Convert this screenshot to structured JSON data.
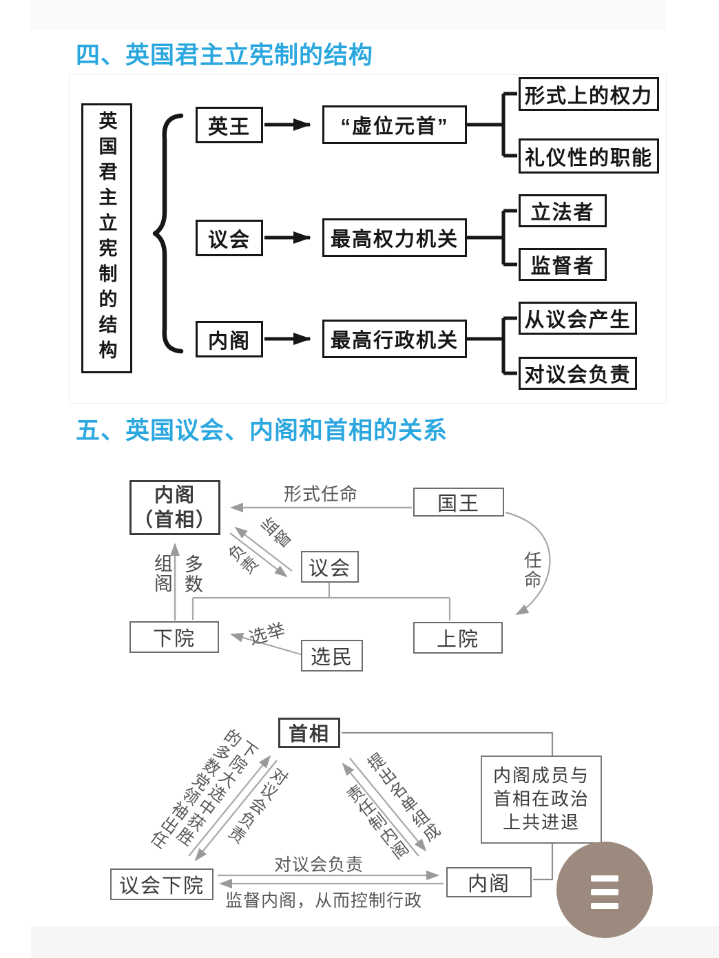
{
  "page": {
    "accent_blue": "#2ba7e0",
    "fab_color": "#9d8a7e"
  },
  "section4": {
    "title": "四、英国君主立宪制的结构",
    "root_label": "英国君主立宪制的结构",
    "rows": [
      {
        "subject": "英王",
        "middle": "“虚位元首”",
        "branches": [
          "形式上的权力",
          "礼仪性的职能"
        ]
      },
      {
        "subject": "议会",
        "middle": "最高权力机关",
        "branches": [
          "立法者",
          "监督者"
        ]
      },
      {
        "subject": "内阁",
        "middle": "最高行政机关",
        "branches": [
          "从议会产生",
          "对议会负责"
        ]
      }
    ]
  },
  "section5": {
    "title": "五、英国议会、内阁和首相的关系",
    "top_diagram": {
      "cabinet_pm": "内阁\n（首相）",
      "king": "国王",
      "parliament": "议会",
      "lower_house": "下院",
      "upper_house": "上院",
      "voters": "选民",
      "labels": {
        "formal_appointment": "形式任命",
        "supervise": "监督",
        "responsible": "负责",
        "form_cabinet": "组阁",
        "majority": "多数",
        "appoint": "任命",
        "elect": "选举"
      }
    },
    "bottom_diagram": {
      "pm": "首相",
      "commons": "议会下院",
      "cabinet": "内阁",
      "note": "内阁成员与\n首相在政治\n上共进退",
      "labels": {
        "winner_leader": "下院大选中获胜\n的多数党领袖出任",
        "responsible_to_parliament_diag": "对议会负责",
        "propose_list": "提出名单组成",
        "responsible_cabinet": "责任制内阁",
        "responsible_to_parliament": "对议会负责",
        "supervise_cabinet": "监督内阁，从而控制行政"
      }
    }
  }
}
